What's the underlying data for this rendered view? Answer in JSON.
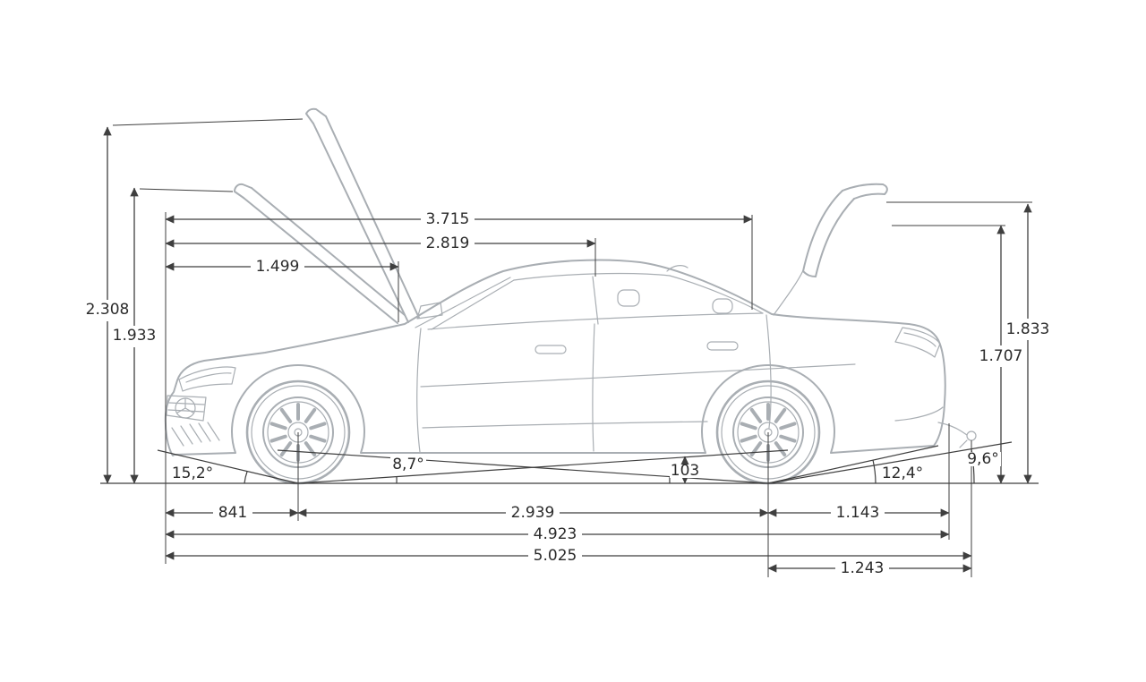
{
  "diagram": {
    "vertical_left": [
      {
        "name": "height-hood-open",
        "value": "2.308"
      },
      {
        "name": "height-hood-open-inner",
        "value": "1.933"
      }
    ],
    "horizontal_top": [
      {
        "name": "front-to-rear-door-end",
        "value": "3.715"
      },
      {
        "name": "front-to-b-pillar",
        "value": "2.819"
      },
      {
        "name": "front-to-windshield-base",
        "value": "1.499"
      }
    ],
    "vertical_right": [
      {
        "name": "height-trunk-open",
        "value": "1.833"
      },
      {
        "name": "height-trunk-open-inner",
        "value": "1.707"
      }
    ],
    "angles": [
      {
        "name": "approach-angle",
        "value": "15,2°"
      },
      {
        "name": "ramp-breakover-angle",
        "value": "8,7°"
      },
      {
        "name": "departure-angle",
        "value": "12,4°"
      },
      {
        "name": "departure-angle-with-hitch",
        "value": "9,6°"
      }
    ],
    "ground_clearance": {
      "name": "ground-clearance",
      "value": "103"
    },
    "horizontal_bottom": [
      {
        "name": "front-overhang",
        "value": "841"
      },
      {
        "name": "wheelbase",
        "value": "2.939"
      },
      {
        "name": "rear-overhang",
        "value": "1.143"
      },
      {
        "name": "overall-length",
        "value": "4.923"
      },
      {
        "name": "overall-length-with-hitch",
        "value": "5.025"
      },
      {
        "name": "rear-overhang-with-hitch",
        "value": "1.243"
      }
    ],
    "colors": {
      "car_outline": "#a9aeb3",
      "dimension": "#3f3f3f",
      "background": "#ffffff"
    }
  }
}
